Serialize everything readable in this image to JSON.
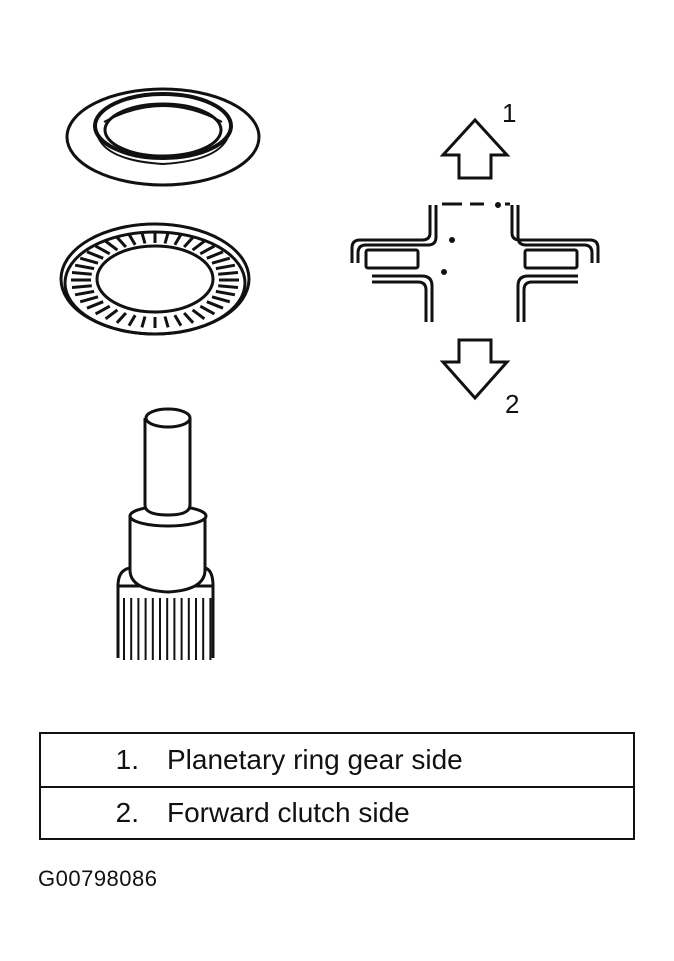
{
  "callouts": {
    "arrow_up_label": "1",
    "arrow_down_label": "2"
  },
  "legend": {
    "rows": [
      {
        "number": "1.",
        "text": "Planetary ring gear side"
      },
      {
        "number": "2.",
        "text": "Forward clutch side"
      }
    ]
  },
  "figure_id": "G00798086",
  "colors": {
    "line": "#111111",
    "background": "#ffffff"
  }
}
